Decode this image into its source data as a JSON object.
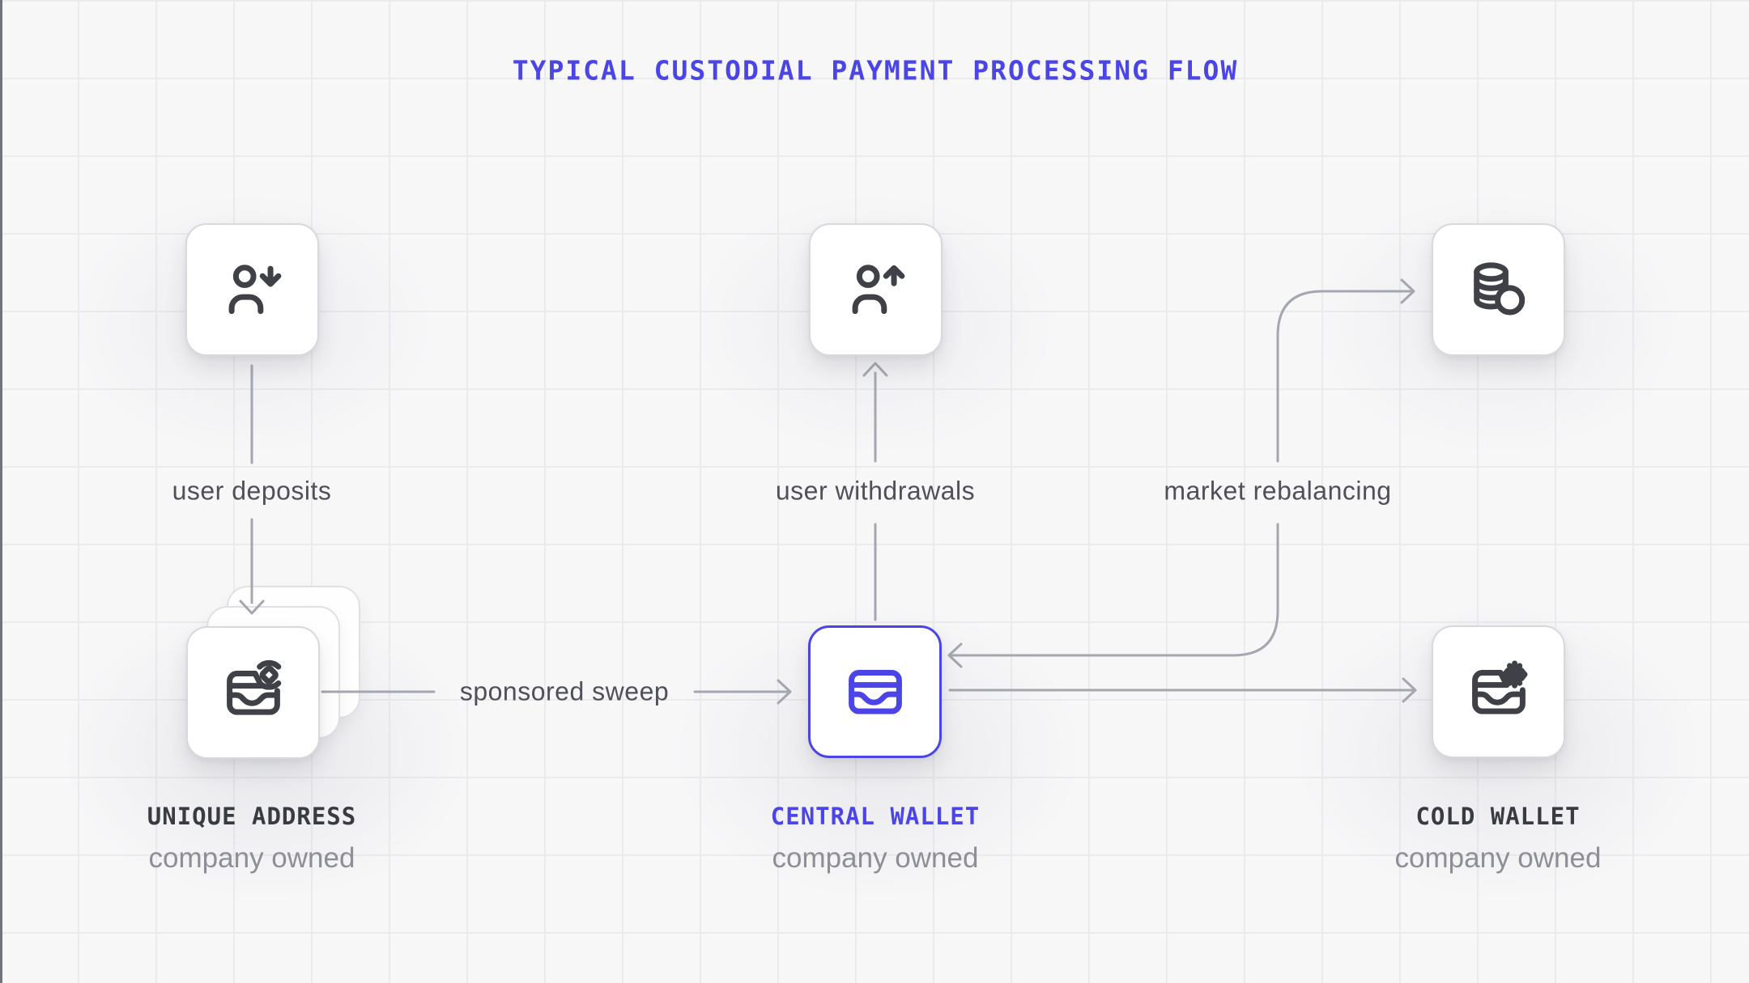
{
  "title": "TYPICAL CUSTODIAL PAYMENT PROCESSING FLOW",
  "edges": {
    "deposits": "user deposits",
    "withdrawals": "user withdrawals",
    "rebalancing": "market rebalancing",
    "sweep": "sponsored sweep"
  },
  "nodes": {
    "unique_address": {
      "name": "UNIQUE ADDRESS",
      "owner": "company owned"
    },
    "central_wallet": {
      "name": "CENTRAL WALLET",
      "owner": "company owned"
    },
    "cold_wallet": {
      "name": "COLD WALLET",
      "owner": "company owned"
    }
  },
  "icons": {
    "user_deposits": "person-arrow-down-icon",
    "user_withdrawals": "person-arrow-up-icon",
    "market": "coins-icon",
    "central_wallet": "wallet-cards-icon",
    "unique_address": "wallet-new-address-icon",
    "cold_wallet": "wallet-snowflake-icon"
  },
  "colors": {
    "accent": "#4b45e8",
    "icon_stroke": "#3f4146",
    "arrow": "#a4a7ae",
    "node_title": "#3a3b40",
    "node_subtitle": "#8e8e96",
    "edge_label": "#4f5058",
    "background": "#f7f7f8",
    "grid_line": "#ebebee",
    "card_border": "#d8d8dd"
  }
}
